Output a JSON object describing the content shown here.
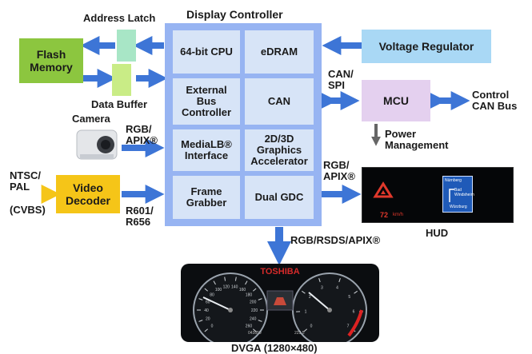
{
  "title": "Display Controller",
  "controller_cells": [
    {
      "id": "cpu",
      "label": "64-bit CPU"
    },
    {
      "id": "edram",
      "label": "eDRAM"
    },
    {
      "id": "ext-bus",
      "label": "External\nBus\nController"
    },
    {
      "id": "can",
      "label": "CAN"
    },
    {
      "id": "medialb",
      "label": "MediaLB®\nInterface"
    },
    {
      "id": "graphics",
      "label": "2D/3D\nGraphics\nAccelerator"
    },
    {
      "id": "frame-grabber",
      "label": "Frame\nGrabber"
    },
    {
      "id": "dual-gdc",
      "label": "Dual GDC"
    }
  ],
  "blocks": {
    "flash": "Flash\nMemory",
    "voltage": "Voltage Regulator",
    "mcu": "MCU",
    "video_decoder": "Video\nDecoder"
  },
  "labels": {
    "address_latch": "Address Latch",
    "data_buffer": "Data Buffer",
    "camera": "Camera",
    "rgb_apix_left": "RGB/\nAPIX®",
    "ntsc_pal": "NTSC/\nPAL",
    "cvbs": "(CVBS)",
    "r601": "R601/\nR656",
    "can_spi": "CAN/\nSPI",
    "control_can": "Control\nCAN Bus",
    "power_mgmt": "Power\nManagement",
    "rgb_apix_right": "RGB/\nAPIX®",
    "hud": "HUD",
    "rgb_rsds": "RGB/RSDS/APIX®",
    "dvga": "DVGA (1280×480)"
  },
  "hud_display": {
    "speed": "72",
    "unit": "km/h",
    "sign_top": "Nürnberg",
    "sign_mid": "Bad\nWindsheim",
    "sign_bot": "Würzburg"
  },
  "cluster_display": {
    "brand": "TOSHIBA",
    "left_ticks": [
      "0",
      "20",
      "40",
      "60",
      "80",
      "100",
      "120",
      "140",
      "160",
      "180",
      "200",
      "220",
      "240",
      "260"
    ],
    "right_ticks": [
      "0",
      "1",
      "2",
      "3",
      "4",
      "5",
      "6",
      "7"
    ],
    "odometer": "043859",
    "trip": "223.5"
  },
  "colors": {
    "arrow": "#3d75d6",
    "controller_frame": "#97b4f2",
    "cell": "#d7e4f7",
    "flash": "#8cc63f",
    "voltage": "#a9d8f5",
    "mcu": "#e4d0ef",
    "video_decoder": "#f5c518",
    "latch": "#a8e6c6",
    "buffer": "#c9ec86"
  }
}
